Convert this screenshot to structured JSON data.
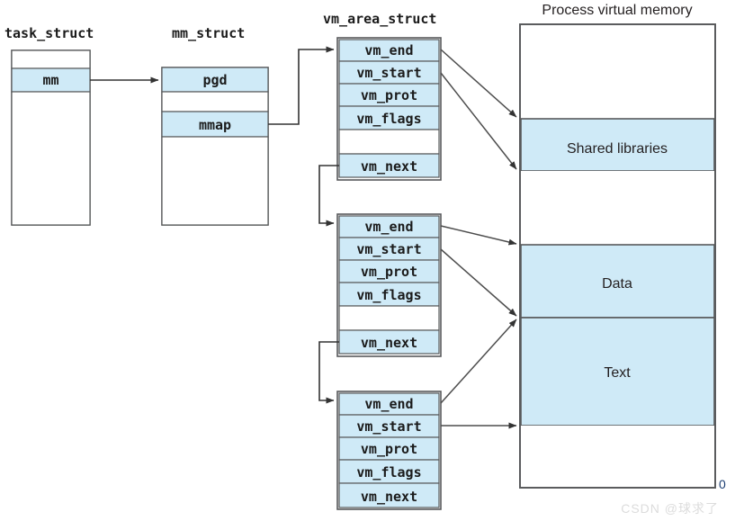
{
  "figure": {
    "title": "Linux process virtual memory structures",
    "colors": {
      "fill_highlight": "#cfeaf7",
      "fill_empty": "#ffffff",
      "stroke": "#58595b",
      "text": "#231f20",
      "watermark": "#dcdcdc",
      "zero_label": "#1d3f73"
    }
  },
  "task_struct": {
    "title": "task_struct",
    "rows": [
      {
        "label": "",
        "highlight": false
      },
      {
        "label": "mm",
        "highlight": true
      },
      {
        "label": "",
        "highlight": false
      }
    ]
  },
  "mm_struct": {
    "title": "mm_struct",
    "rows": [
      {
        "label": "pgd",
        "highlight": true
      },
      {
        "label": "",
        "highlight": false
      },
      {
        "label": "mmap",
        "highlight": true
      },
      {
        "label": "",
        "highlight": false
      }
    ]
  },
  "vm_area_struct": {
    "title": "vm_area_struct",
    "blocks": [
      {
        "name": "vma-shared-libraries",
        "rows": [
          {
            "label": "vm_end",
            "highlight": true
          },
          {
            "label": "vm_start",
            "highlight": true
          },
          {
            "label": "vm_prot",
            "highlight": true
          },
          {
            "label": "vm_flags",
            "highlight": true
          },
          {
            "label": "",
            "highlight": false
          },
          {
            "label": "vm_next",
            "highlight": true
          }
        ]
      },
      {
        "name": "vma-data",
        "rows": [
          {
            "label": "vm_end",
            "highlight": true
          },
          {
            "label": "vm_start",
            "highlight": true
          },
          {
            "label": "vm_prot",
            "highlight": true
          },
          {
            "label": "vm_flags",
            "highlight": true
          },
          {
            "label": "",
            "highlight": false
          },
          {
            "label": "vm_next",
            "highlight": true
          }
        ]
      },
      {
        "name": "vma-text",
        "rows": [
          {
            "label": "vm_end",
            "highlight": true
          },
          {
            "label": "vm_start",
            "highlight": true
          },
          {
            "label": "vm_prot",
            "highlight": true
          },
          {
            "label": "vm_flags",
            "highlight": true
          },
          {
            "label": "vm_next",
            "highlight": true
          }
        ]
      }
    ]
  },
  "process_virtual_memory": {
    "title": "Process virtual memory",
    "bottom_address": "0",
    "regions": [
      {
        "label": "",
        "highlight": false
      },
      {
        "label": "Shared libraries",
        "highlight": true
      },
      {
        "label": "",
        "highlight": false
      },
      {
        "label": "Data",
        "highlight": true
      },
      {
        "label": "Text",
        "highlight": true
      },
      {
        "label": "",
        "highlight": false
      }
    ]
  },
  "watermark": {
    "text": "CSDN @球求了"
  }
}
